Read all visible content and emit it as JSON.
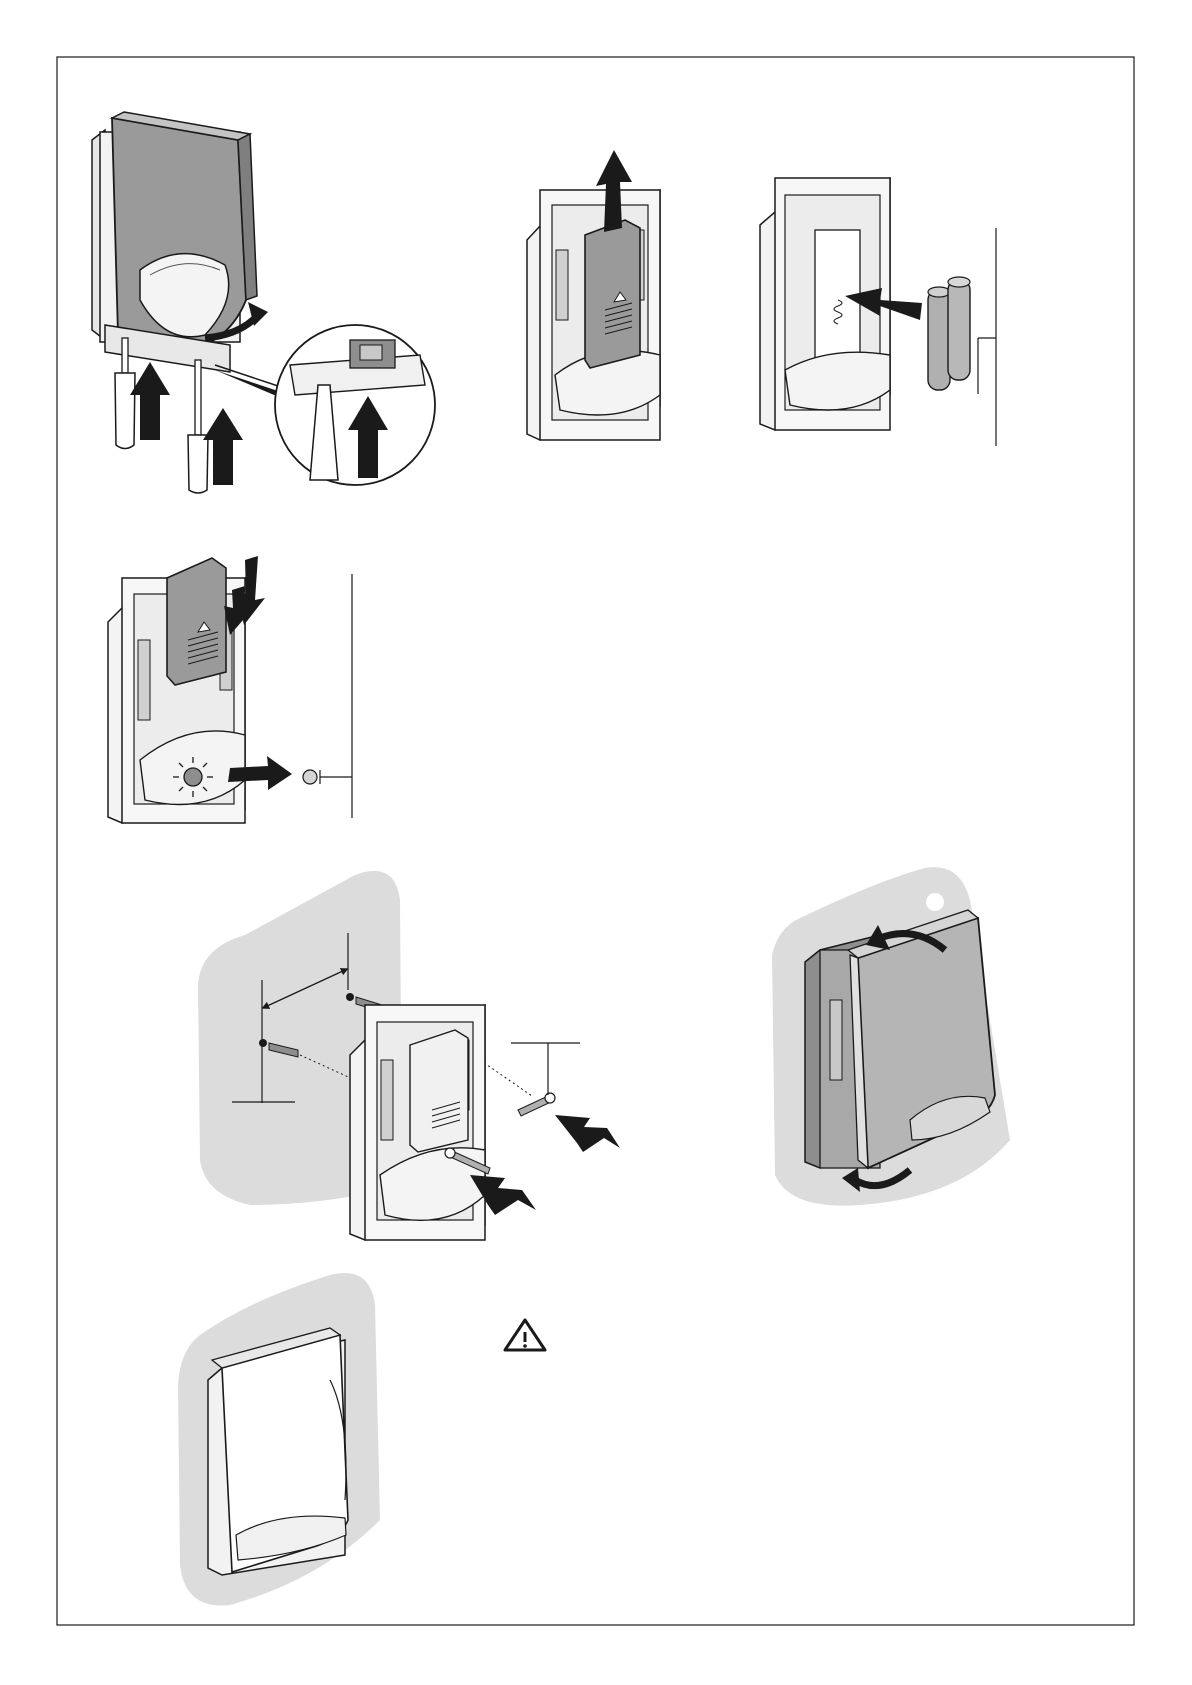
{
  "colors": {
    "ink": "#1a1a1a",
    "device_dark": "#8e8e8e",
    "device_mid": "#b5b5b5",
    "device_light": "#d8d8d8",
    "wall": "#dcdcdc",
    "paper": "#ffffff"
  },
  "icons": {
    "warning": "warning-triangle-icon",
    "arrow": "arrow-icon",
    "led": "led-icon",
    "screw": "screw-icon",
    "screwdriver": "screwdriver-icon"
  },
  "steps": [
    {
      "id": "step-open-cover",
      "arrows": 3
    },
    {
      "id": "step-remove-transmitter",
      "arrows": 1
    },
    {
      "id": "step-insert-batteries",
      "arrows": 1
    },
    {
      "id": "step-replace-transmitter-led-check",
      "arrows": 2
    },
    {
      "id": "step-mount-on-wall",
      "arrows": 2
    },
    {
      "id": "step-close-cover",
      "arrows": 2
    },
    {
      "id": "step-mounted-detector",
      "arrows": 0
    }
  ]
}
